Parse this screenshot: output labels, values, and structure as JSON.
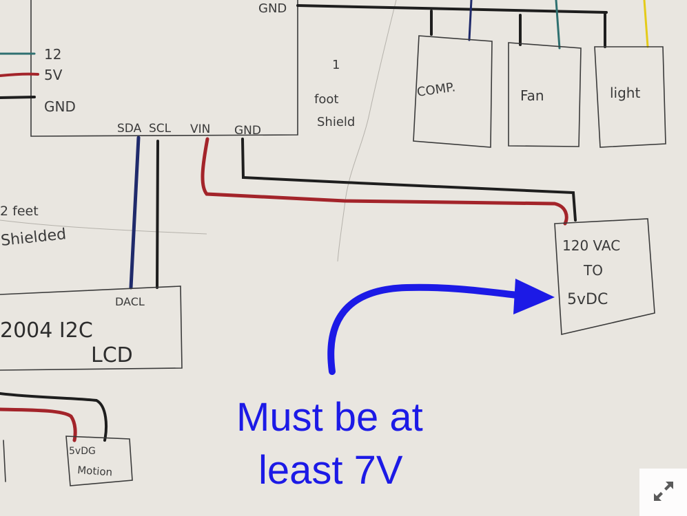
{
  "diagram": {
    "top_block": {
      "pins_left": [
        "12",
        "5V",
        "GND"
      ],
      "pins_bottom": [
        "SDA",
        "SCL",
        "VIN",
        "GND"
      ],
      "top_right_label": "GND"
    },
    "cable_top": [
      "1",
      "foot",
      "Shield"
    ],
    "cable_left": [
      "2 feet",
      "Shielded"
    ],
    "relay_boxes": [
      "COMP.",
      "Fan",
      "light"
    ],
    "lcd": {
      "pins": "DACL",
      "line1": "2004 I2C",
      "line2": "LCD"
    },
    "motion": {
      "pins": "5vDG",
      "label": "Motion"
    },
    "power_supply": [
      "120 VAC",
      "TO",
      "5vDC"
    ],
    "annotation": {
      "line1": "Must be at",
      "line2": "least 7V",
      "color": "#1c1ae6"
    }
  },
  "colors": {
    "paper": "#e9e6e0",
    "pencil": "#3a3a3a",
    "wire_red": "#a3242a",
    "wire_black": "#1e1e1e",
    "wire_blue": "#1f2a6b",
    "wire_teal": "#2e7070",
    "wire_yellow": "#e4cb1a",
    "arrow_blue": "#1c1ae6"
  },
  "expand_button": {
    "icon": "expand-arrows-icon"
  }
}
